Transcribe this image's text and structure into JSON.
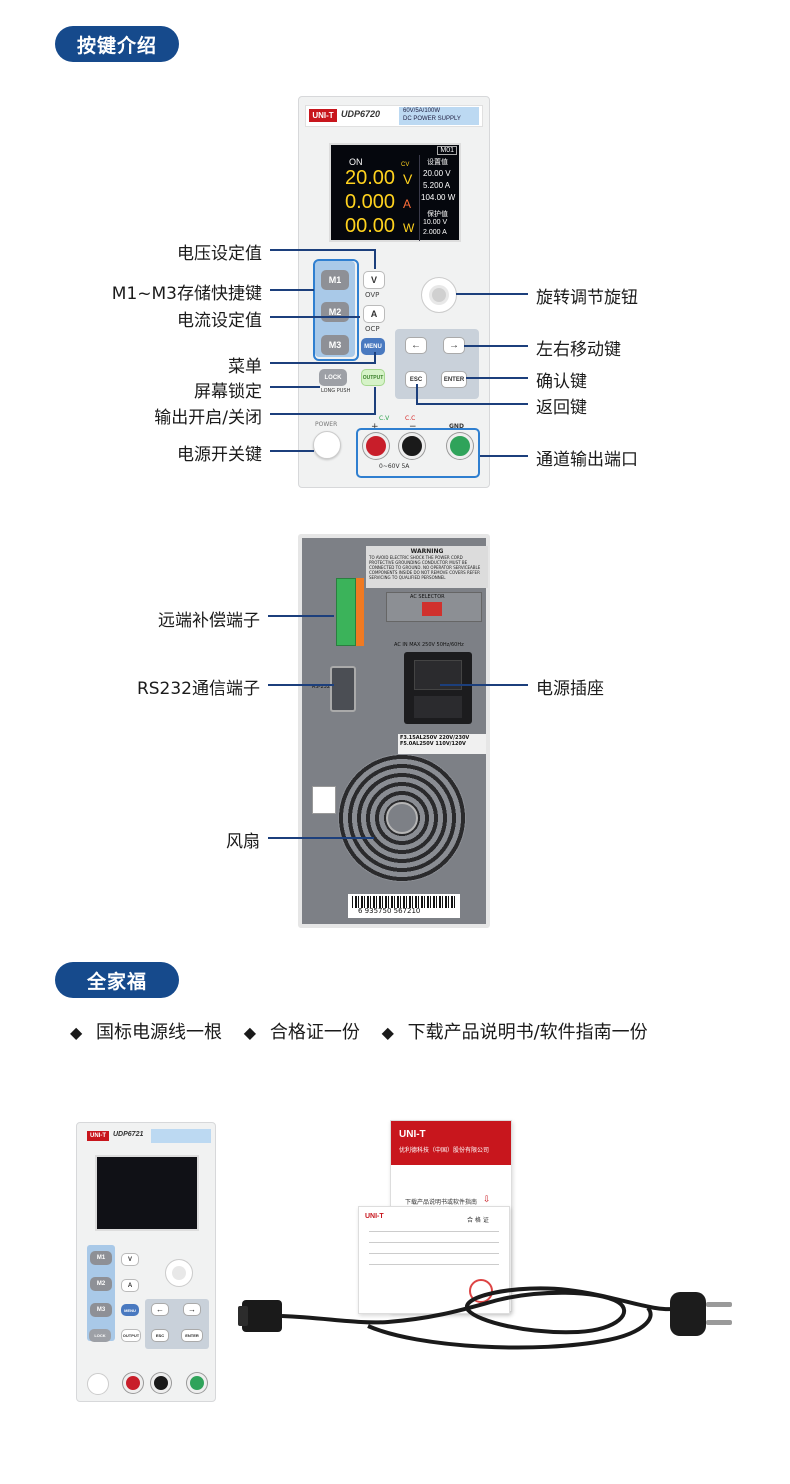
{
  "sections": {
    "keys_title": "按键介绍",
    "family_title": "全家福"
  },
  "front": {
    "brand": "UNI-T",
    "model": "UDP6720",
    "spec_line1": "60V/5A/100W",
    "spec_line2": "DC POWER SUPPLY",
    "lcd": {
      "mem": "M01",
      "state": "ON",
      "cv": "CV",
      "voltage": "20.00",
      "voltage_unit": "V",
      "current": "0.000",
      "current_unit": "A",
      "power": "00.00",
      "power_unit": "W",
      "set_title": "设置值",
      "set_v": "20.00 V",
      "set_a": "5.200 A",
      "set_w": "104.00 W",
      "prot_title": "保护值",
      "prot_v": "10.00 V",
      "prot_a": "2.000 A"
    },
    "keys": {
      "m1": "M1",
      "m2": "M2",
      "m3": "M3",
      "v": "V",
      "ovp": "OVP",
      "a": "A",
      "ocp": "OCP",
      "menu": "MENU",
      "lock": "LOCK",
      "long_push": "LONG PUSH",
      "output": "OUTPUT",
      "esc": "ESC",
      "enter": "ENTER",
      "power": "POWER",
      "cv": "C.V",
      "cc": "C.C",
      "gnd": "GND",
      "plus": "+",
      "minus": "−",
      "range": "0~60V 5A"
    }
  },
  "front_labels": {
    "voltage_set": "电压设定值",
    "memory_keys": "M1~M3存储快捷键",
    "current_set": "电流设定值",
    "menu": "菜单",
    "screen_lock": "屏幕锁定",
    "output_toggle": "输出开启/关闭",
    "power_switch": "电源开关键",
    "knob": "旋转调节旋钮",
    "lr_keys": "左右移动键",
    "confirm": "确认键",
    "back": "返回键",
    "output_port": "通道输出端口"
  },
  "rear": {
    "warning_title": "WARNING",
    "warning_text": "TO AVOID ELECTRIC SHOCK THE POWER CORD PROTECTIVE GROUNDING CONDUCTOR MUST BE CONNECTED TO GROUND. NO OPERATOR SERVICEABLE COMPONENTS INSIDE DO NOT REMOVE COVERS REFER SERVICING TO QUALIFIED PERSONNEL",
    "ac_selector": "AC SELECTOR",
    "ac_in": "AC IN MAX 250V 50Hz/60Hz",
    "fuse1": "F3.15AL250V  220V/230V",
    "fuse2": "F5.0AL250V  110V/120V",
    "barcode": "6 935750 567210",
    "rs232": "RS-232"
  },
  "rear_labels": {
    "remote_sense": "远端补偿端子",
    "rs232_port": "RS232通信端子",
    "power_socket": "电源插座",
    "fan": "风扇"
  },
  "package": {
    "items": [
      "国标电源线一根",
      "合格证一份",
      "下载产品说明书/软件指南一份"
    ],
    "model2": "UDP6721",
    "doc_brand": "UNI-T",
    "doc_company": "优利德科技（中国）股份有限公司",
    "doc_download": "下载产品说明书或软件指南",
    "cert_title": "合 格 证"
  },
  "colors": {
    "accent": "#164a8c",
    "line": "#1c3f7c",
    "panel_blue": "#a9c9e8",
    "brand_red": "#c8161d"
  }
}
